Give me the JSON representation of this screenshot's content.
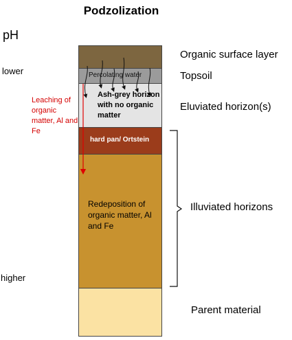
{
  "title": "Podzolization",
  "ph": {
    "label": "pH",
    "lower": "lower",
    "higher": "higher"
  },
  "leaching_text": "Leaching of organic matter, Al and Fe",
  "horizons": {
    "organic": "Organic surface layer",
    "topsoil": "Topsoil",
    "eluviated": "Eluviated horizon(s)",
    "illuviated": "Illuviated horizons",
    "parent": "Parent material"
  },
  "column_text": {
    "percolating": "Percolating water",
    "ash_grey": "Ash-grey horizon with no organic matter",
    "hardpan": "hard pan/ Ortstein",
    "redeposition": "Redeposition of organic matter, Al and Fe"
  },
  "colors": {
    "organic": "#7d6640",
    "topsoil": "#9b9b9b",
    "eluviated": "#e4e4e4",
    "hardpan": "#9b3c1b",
    "illuviated": "#c8922f",
    "parent": "#fbe2a3",
    "leaching_arrow": "#e00000"
  }
}
